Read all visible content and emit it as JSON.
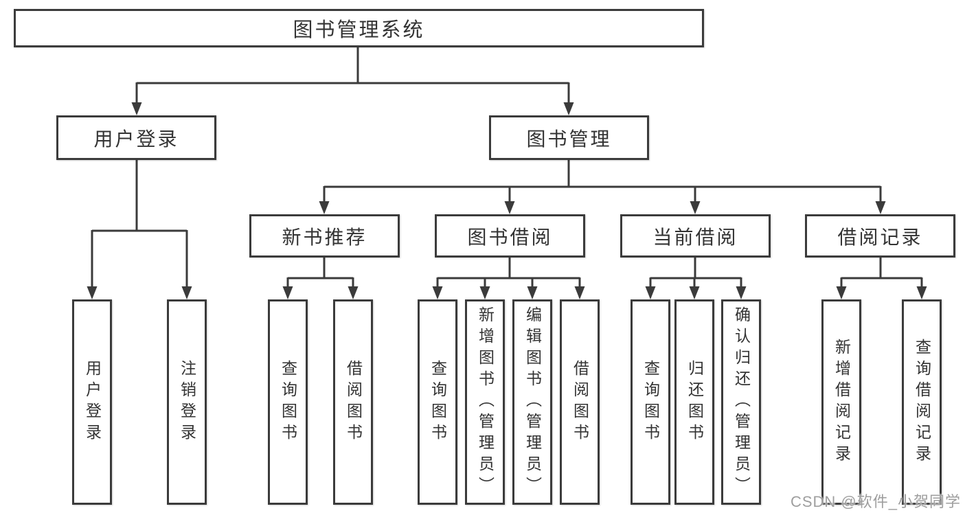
{
  "colors": {
    "line": "#3b3b3b",
    "text": "#333333",
    "watermark": "#9e9e9e",
    "background": "#ffffff"
  },
  "tree": {
    "root": {
      "label": "图书管理系统"
    },
    "branches": [
      {
        "label": "用户登录",
        "children": [
          {
            "label": "用户登录"
          },
          {
            "label": "注销登录"
          }
        ]
      },
      {
        "label": "图书管理",
        "children": [
          {
            "label": "新书推荐",
            "children": [
              {
                "label": "查询图书"
              },
              {
                "label": "借阅图书"
              }
            ]
          },
          {
            "label": "图书借阅",
            "children": [
              {
                "label": "查询图书"
              },
              {
                "label": "新增图书（管理员）"
              },
              {
                "label": "编辑图书（管理员）"
              },
              {
                "label": "借阅图书"
              }
            ]
          },
          {
            "label": "当前借阅",
            "children": [
              {
                "label": "查询图书"
              },
              {
                "label": "归还图书"
              },
              {
                "label": "确认归还（管理员）"
              }
            ]
          },
          {
            "label": "借阅记录",
            "children": [
              {
                "label": "新增借阅记录"
              },
              {
                "label": "查询借阅记录"
              }
            ]
          }
        ]
      }
    ]
  },
  "watermark": "CSDN @软件_小贺同学"
}
